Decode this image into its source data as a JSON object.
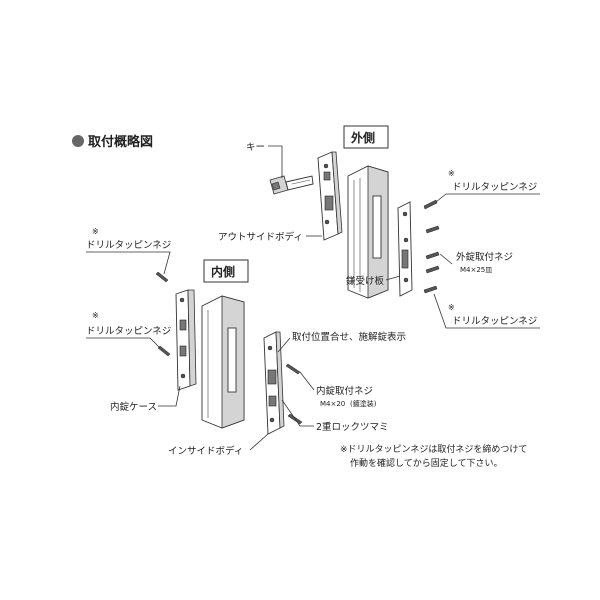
{
  "title": "取付概略図",
  "headings": {
    "outside": "外側",
    "inside": "内側"
  },
  "asterisk": "※",
  "labels": {
    "key": "キー",
    "outside_body": "アウトサイドボディ",
    "strike_plate": "鎌受け板",
    "drill_screw_outer_top": "ドリルタッピンネジ",
    "outer_lock_screw": "外錠取付ネジ",
    "outer_lock_screw_size": "M4×25皿",
    "drill_screw_outer_bottom": "ドリルタッピンネジ",
    "drill_screw_inner_top": "ドリルタッピンネジ",
    "drill_screw_inner_mid": "ドリルタッピンネジ",
    "inner_case": "内錠ケース",
    "alignment": "取付位置合せ、施解錠表示",
    "inner_lock_screw": "内錠取付ネジ",
    "inner_lock_screw_size": "M4×20",
    "inner_lock_screw_note": "(鍍塗装)",
    "double_lock": "2重ロックツマミ",
    "inside_body": "インサイドボディ"
  },
  "note": {
    "line1": "※ドリルタッピンネジは取付ネジを締めつけて",
    "line2": "作動を確認してから固定して下さい。"
  },
  "colors": {
    "line": "#333333",
    "shade": "#d4d4d4",
    "bullet": "#666666"
  }
}
